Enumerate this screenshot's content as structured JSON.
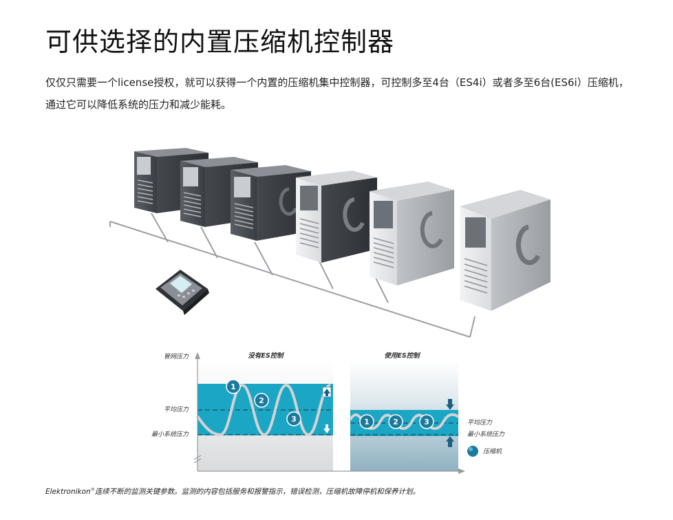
{
  "page": {
    "title": "可供选择的内置压缩机控制器",
    "description": "仅仅只需要一个license授权，就可以获得一个内置的压缩机集中控制器，可控制多至4台（ES4i）或者多至6台(ES6i）压缩机，通过它可以降低系统的压力和减少能耗。"
  },
  "figure": {
    "illustration": "compressors-with-controller",
    "machine_count": 6
  },
  "diagram": {
    "y_axis_label": "管网压力",
    "left_title": "没有ES控制",
    "right_title": "使用ES控制",
    "left_labels": {
      "avg_pressure": "平均压力",
      "min_pressure": "最小系统压力"
    },
    "right_labels": {
      "avg_pressure": "平均压力",
      "min_pressure": "最小系统压力"
    },
    "legend_label": "压缩机",
    "left_markers": [
      "1",
      "2",
      "3"
    ],
    "right_markers": [
      "1",
      "2",
      "3"
    ],
    "colors": {
      "band": "#1aa6c4",
      "wave": "#cfcfcf",
      "marker": "#1b7a9b",
      "arrow": "#1c5f85"
    }
  },
  "caption": {
    "brand": "Elektronikon",
    "mark": "®",
    "text": "连续不断的监测关键参数。监测的内容包括服务和报警指示，错误检测，压缩机故障停机和保养计划。"
  }
}
